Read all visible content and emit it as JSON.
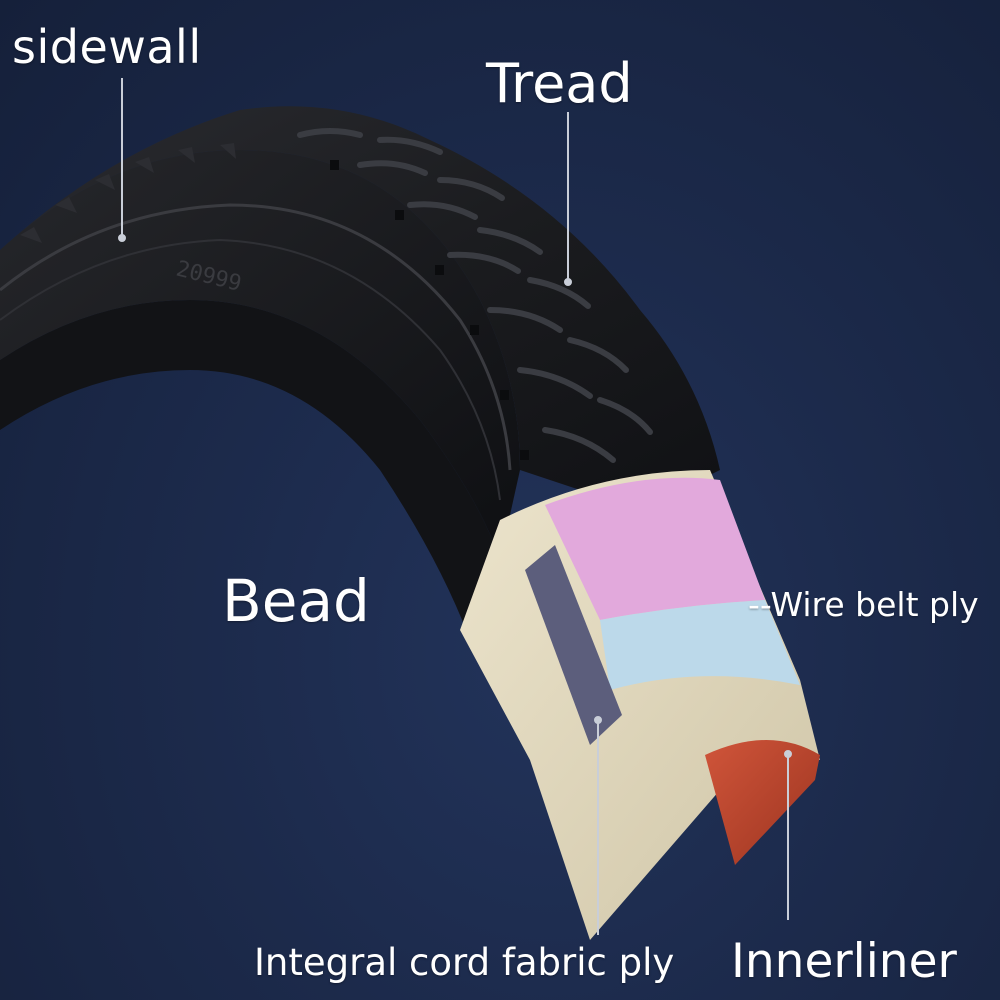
{
  "labels": {
    "sidewall": "sidewall",
    "tread": "Tread",
    "bead": "Bead",
    "wire_belt_ply": "--Wire belt ply",
    "integral_cord_fabric_ply": "Integral cord fabric ply",
    "innerliner": "Innerliner"
  },
  "sidewall_marking": "20999",
  "colors": {
    "background": "#1c2a4b",
    "rubber": "#1b1c1f",
    "label_text": "#ffffff",
    "leader_line": "#c9ced8",
    "casing": "#e3dac0",
    "wire_belt": "#e2a9dc",
    "cap_ply": "#bcd9ea",
    "fabric_ply": "#5c5e7c",
    "innerliner": "#c0452c"
  }
}
